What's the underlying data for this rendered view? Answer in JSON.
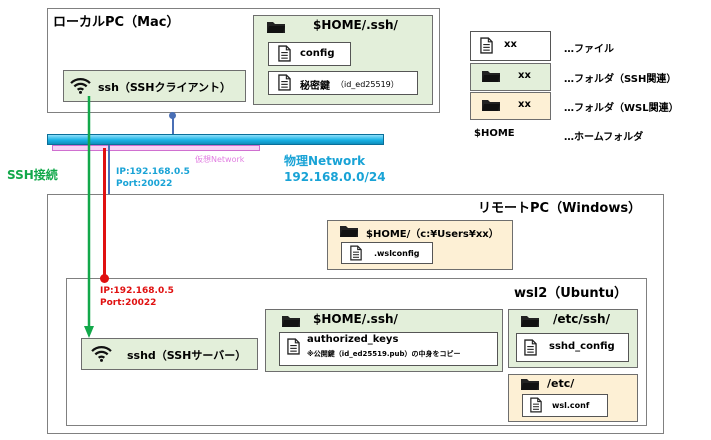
{
  "local_pc": {
    "title": "ローカルPC（Mac）",
    "home_ssh_folder": "$HOME/.ssh/",
    "config_file": "config",
    "secret_key_file": "秘密鍵",
    "secret_key_name": "（id_ed25519）",
    "ssh_client_label": "ssh（SSHクライアント）"
  },
  "network": {
    "virtual_label": "仮想Network",
    "physical_label": "物理Network",
    "physical_subnet": "192.168.0.0/24",
    "ssh_connection_label": "SSH接続",
    "host_ip": "IP:192.168.0.5",
    "host_port": "Port:20022",
    "wsl_ip": "IP:192.168.0.5",
    "wsl_port": "Port:20022"
  },
  "remote_pc": {
    "title": "リモートPC（Windows）",
    "home_folder": "$HOME/（c:¥Users¥xx）",
    "wslconfig_file": ".wslconfig"
  },
  "wsl": {
    "title": "wsl2（Ubuntu）",
    "home_ssh_folder": "$HOME/.ssh/",
    "authorized_keys_file": "authorized_keys",
    "authorized_keys_note": "※公開鍵（id_ed25519.pub）の中身をコピー",
    "etc_ssh_folder": "/etc/ssh/",
    "sshd_config_file": "sshd_config",
    "etc_folder": "/etc/",
    "wsl_conf_file": "wsl.conf",
    "sshd_label": "sshd（SSHサーバー）"
  },
  "legend": {
    "file_name": "xx",
    "file_desc": "…ファイル",
    "ssh_folder_name": "xx",
    "ssh_folder_desc": "…フォルダ（SSH関連）",
    "wsl_folder_name": "xx",
    "wsl_folder_desc": "…フォルダ（WSL関連）",
    "home_name": "$HOME",
    "home_desc": "…ホームフォルダ"
  },
  "colors": {
    "ssh_line": "#12a84a",
    "network_bar": "#19b3e6",
    "virtual_line": "#e27fe2",
    "wsl_line": "#e01010",
    "blue_text": "#19a3d6",
    "green_fill": "#e3efda",
    "tan_fill": "#fdf0d5"
  }
}
